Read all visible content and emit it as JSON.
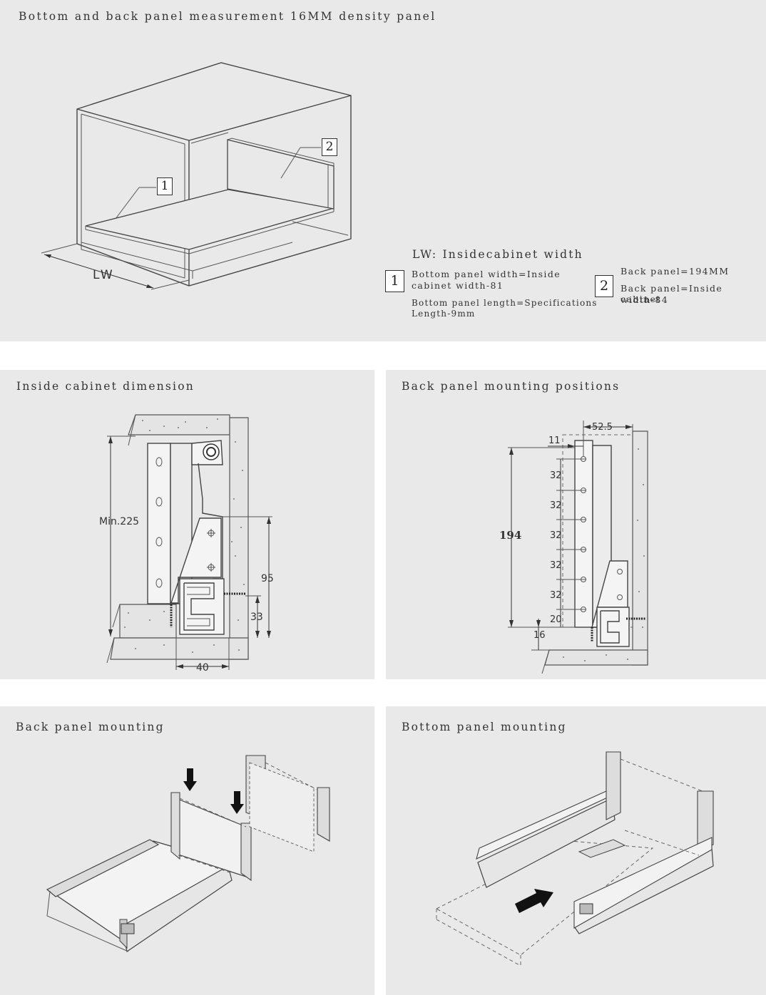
{
  "panels": {
    "top": {
      "title": "Bottom and back panel measurement 16MM density panel",
      "lw_label": "LW",
      "badge1": "1",
      "badge2": "2"
    },
    "inside": {
      "title": "Inside cabinet dimension"
    },
    "backpos": {
      "title": "Back panel mounting positions"
    },
    "backmount": {
      "title": "Back panel mounting"
    },
    "bottommount": {
      "title": "Bottom panel mounting"
    }
  },
  "legend": {
    "lw_title": "LW: Insidecabinet width",
    "item1_number": "1",
    "item1_line1": "Bottom panel width=Inside",
    "item1_line2": "cabinet width-81",
    "item1_line3": "Bottom panel length=Specifications",
    "item1_line4": "Length-9mm",
    "item2_number": "2",
    "item2_line1": "Back panel=194MM",
    "item2_line2": "Back panel=Inside cabinet",
    "item2_line3": "width-84"
  },
  "inside_dims": {
    "min_height": "Min.225",
    "d95": "95",
    "d33": "33",
    "d40": "40"
  },
  "backpos_dims": {
    "d52": "52.5",
    "d11": "11",
    "h194": "194",
    "pitches": [
      "32",
      "32",
      "32",
      "32",
      "32"
    ],
    "d20": "20",
    "d16": "16"
  }
}
